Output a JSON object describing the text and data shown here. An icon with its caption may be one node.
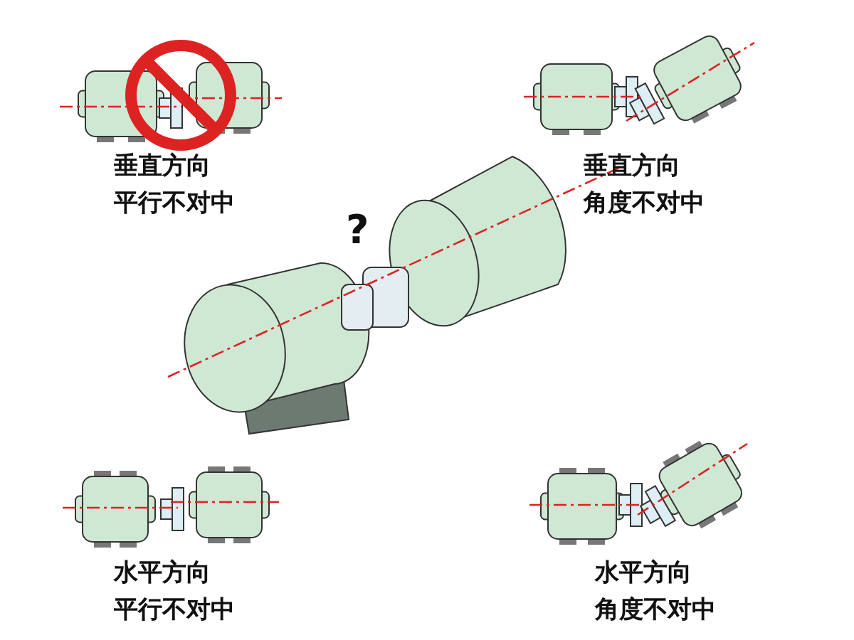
{
  "diagram": {
    "labels": [
      "垂直方向",
      "平行不对中",
      "垂直方向",
      "角度不对中",
      "?",
      "水平方向",
      "平行不对中",
      "水平方向",
      "角度不对中"
    ]
  }
}
